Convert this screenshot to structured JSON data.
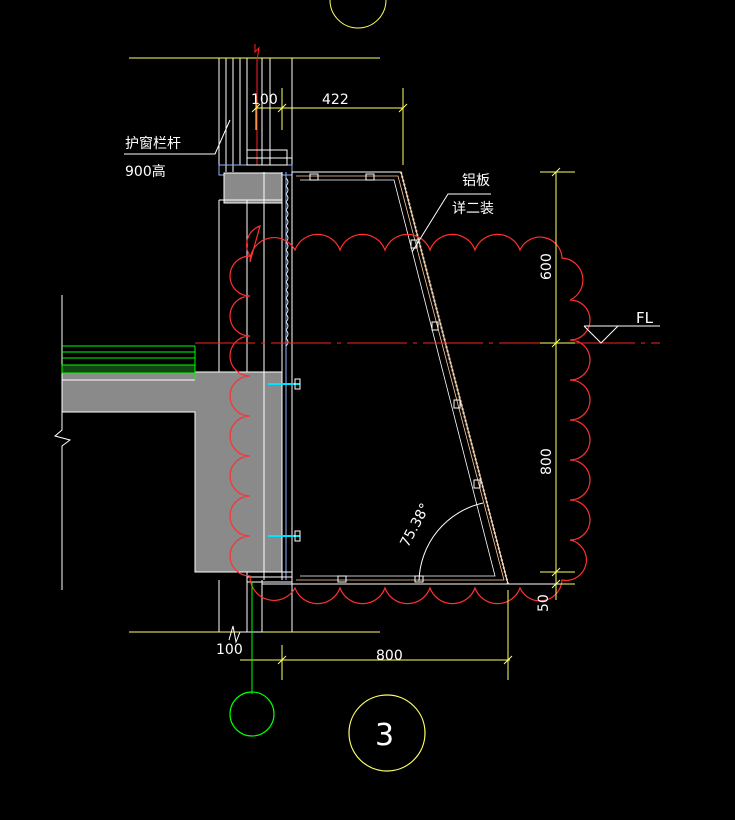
{
  "labels": {
    "railing_name": "护窗栏杆",
    "railing_height": "900高",
    "panel_name": "铝板",
    "panel_note": "详二装",
    "floor_level": "FL",
    "angle": "75.38°",
    "section_number": "3"
  },
  "dimensions": {
    "top_left": "100",
    "top_right": "422",
    "bottom_left": "100",
    "bottom_width": "800",
    "vertical_upper": "600",
    "vertical_lower": "800",
    "vertical_bottom": "50"
  },
  "colors": {
    "background": "#000000",
    "text": "#ffffff",
    "dimension": "#ffff66",
    "line_red": "#ff2020",
    "cloud": "#ff3030",
    "structure": "#ffffff",
    "concrete": "#8a8a8a",
    "insulation": "#00ff00",
    "anchor": "#00e5ff",
    "panel_edge": "#ffcc99",
    "marker_circle": "#00ff00"
  }
}
